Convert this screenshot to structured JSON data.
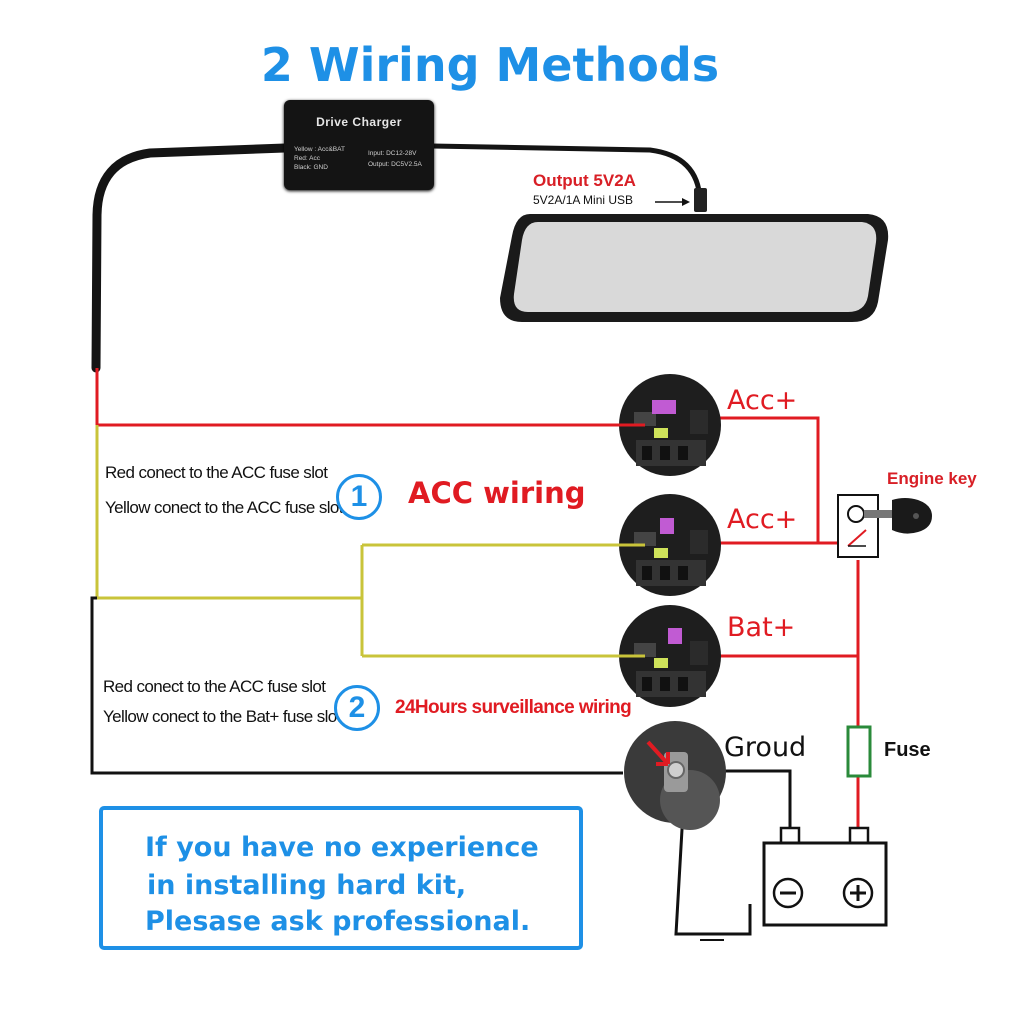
{
  "title": "2 Wiring Methods",
  "charger": {
    "name": "Drive Charger",
    "line1": "Yellow : Acc&BAT",
    "line2": "Red: Acc",
    "line3": "Black: GND",
    "input": "Input: DC12-28V",
    "output": "Output: DC5V2.5A"
  },
  "output_label": "Output 5V2A",
  "output_sub": "5V2A/1A Mini USB",
  "labels": {
    "acc1": "Acc+",
    "acc2": "Acc+",
    "bat": "Bat+",
    "ground": "Groud",
    "fuse": "Fuse",
    "engine_key": "Engine key",
    "minus": "−",
    "plus": "+"
  },
  "method1": {
    "number": "1",
    "title": "ACC wiring",
    "line1": "Red conect to the ACC fuse slot",
    "line2": "Yellow conect to the ACC fuse slot"
  },
  "method2": {
    "number": "2",
    "title": "24Hours surveillance wiring",
    "line1": "Red conect to the ACC fuse slot",
    "line2": "Yellow conect to the Bat+ fuse slot"
  },
  "notice": {
    "line1": "If you have no experience",
    "line2": "in installing hard kit,",
    "line3": "Plesase ask professional."
  },
  "colors": {
    "title_blue": "#1e90e6",
    "wire_red": "#e01b22",
    "wire_yellow": "#c9c43a",
    "wire_black": "#111111",
    "fuse_green": "#2a8a3a"
  }
}
